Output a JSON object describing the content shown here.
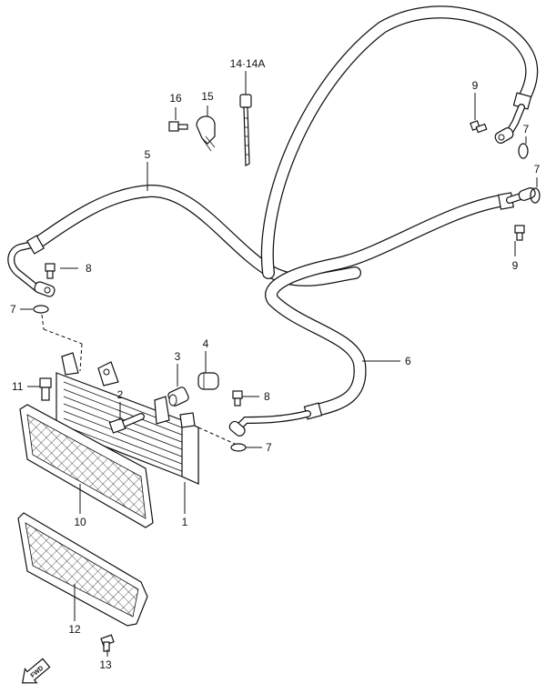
{
  "callouts": {
    "c1": "1",
    "c2": "2",
    "c3": "3",
    "c4": "4",
    "c5": "5",
    "c6": "6",
    "c7a": "7",
    "c7b": "7",
    "c7c": "7",
    "c8a": "8",
    "c8b": "8",
    "c9a": "9",
    "c9b": "9",
    "c10": "10",
    "c11": "11",
    "c12": "12",
    "c13": "13",
    "c14": "14·14A",
    "c15": "15",
    "c16": "16"
  },
  "fwd_label": "FWD"
}
